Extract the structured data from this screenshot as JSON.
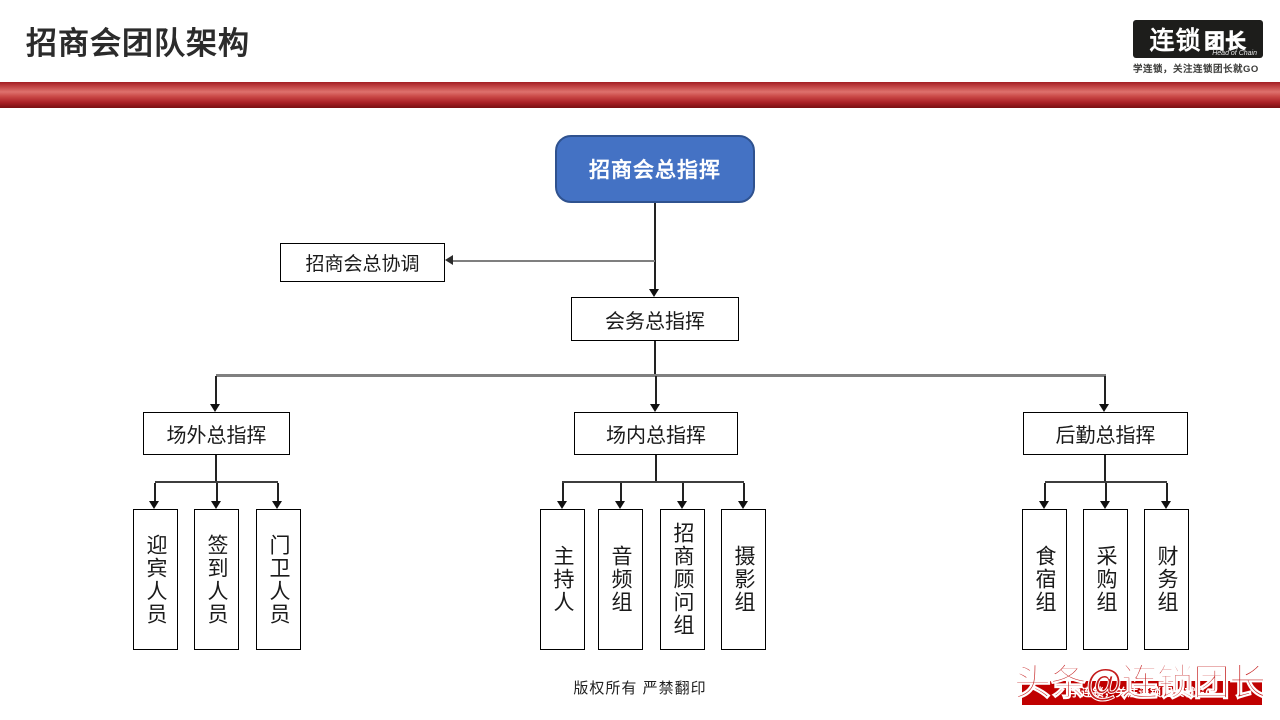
{
  "header": {
    "title": "招商会团队架构",
    "logo": {
      "name_main": "连锁",
      "name_outline": "团长",
      "name_sub": "Head of Chain",
      "tagline": "学连锁，关注连锁团长就GO"
    }
  },
  "org_chart": {
    "root": "招商会总指挥",
    "coordinator": "招商会总协调",
    "general": "会务总指挥",
    "branches": [
      {
        "label": "场外总指挥",
        "children": [
          "迎宾人员",
          "签到人员",
          "门卫人员"
        ]
      },
      {
        "label": "场内总指挥",
        "children": [
          "主持人",
          "音频组",
          "招商顾问组",
          "摄影组"
        ]
      },
      {
        "label": "后勤总指挥",
        "children": [
          "食宿组",
          "采购组",
          "财务组"
        ]
      }
    ]
  },
  "footer": {
    "copyright": "版权所有 严禁翻印",
    "watermark_text": "头条@连锁团长",
    "watermark_banner": "学连锁，关注连锁团长就GO"
  },
  "colors": {
    "root_fill": "#4472C4",
    "root_border": "#2F528F",
    "red_bar": "#B02025",
    "watermark_red": "#C00000",
    "connector_gray": "#808080"
  }
}
